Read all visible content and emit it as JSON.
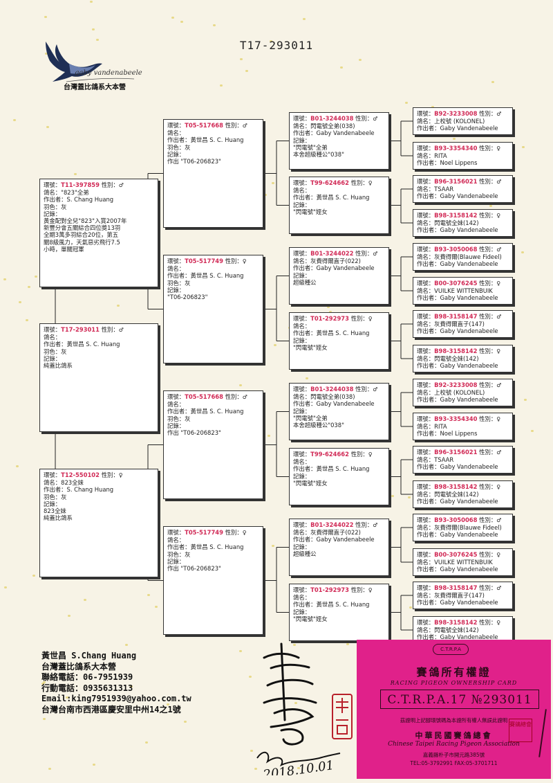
{
  "title": "T17-293011",
  "logo": {
    "script": "gaby vandenabeele",
    "text": "台灣蓋比鴿系大本營",
    "icon": "pigeon-icon"
  },
  "labels": {
    "ring": "環號：",
    "sex": "性別：",
    "name": "鴿名：",
    "breeder": "作出者：",
    "color": "羽色：",
    "notes": "記錄："
  },
  "colors": {
    "ring_text": "#d12a56",
    "card_bg": "#e0218a",
    "paper": "#f7f3e6"
  },
  "pedigree": {
    "subject": {
      "ring": "T17-293011",
      "sex": "♂",
      "name": "",
      "breeder": "黃世昌 S. C. Huang",
      "color": "灰",
      "notes": [
        "純蓋比鴿系"
      ]
    },
    "sire": {
      "ring": "T11-397859",
      "sex": "♂",
      "name": "\"823\"全弟",
      "breeder": "S. Chang Huang",
      "color": "灰",
      "notes": [
        "黃金配對全兒\"823\"入賞2007年",
        "新豐分會五關綜合四位獎13羽",
        "全期3萬多羽綜合20位，第五",
        "關8級風力，天氣惡劣飛行7.5",
        "小時，單關冠軍"
      ]
    },
    "dam": {
      "ring": "T12-550102",
      "sex": "♀",
      "name": "823全妹",
      "breeder": "S. Chang Huang",
      "color": "灰",
      "notes": [
        "823全妹",
        "純蓋比鴿系"
      ]
    },
    "gp": [
      {
        "ring": "T05-517668",
        "sex": "♂",
        "name": "",
        "breeder": "黃世昌 S. C. Huang",
        "color": "灰",
        "notes": [
          "作出 \"T06-206823\""
        ]
      },
      {
        "ring": "T05-517749",
        "sex": "♀",
        "name": "",
        "breeder": "黃世昌 S. C. Huang",
        "color": "灰",
        "notes": [
          "\"T06-206823\""
        ]
      },
      {
        "ring": "T05-517668",
        "sex": "♂",
        "name": "",
        "breeder": "黃世昌 S. C. Huang",
        "color": "灰",
        "notes": [
          "作出 \"T06-206823\""
        ]
      },
      {
        "ring": "T05-517749",
        "sex": "♀",
        "name": "",
        "breeder": "黃世昌 S. C. Huang",
        "color": "灰",
        "notes": [
          "作出 \"T06-206823\""
        ]
      }
    ],
    "ggp": [
      {
        "ring": "B01-3244038",
        "sex": "♂",
        "name": "閃電號全弟(038)",
        "breeder": "Gaby Vandenabeele",
        "notes": [
          "\"閃電號\"全弟",
          "本舍超級種公\"038\""
        ]
      },
      {
        "ring": "T99-624662",
        "sex": "♀",
        "name": "",
        "breeder": "黃世昌 S. C. Huang",
        "notes": [
          "\"閃電號\"姪女"
        ]
      },
      {
        "ring": "B01-3244022",
        "sex": "♂",
        "name": "灰費得爾直子(022)",
        "breeder": "Gaby Vandenabeele",
        "notes": [
          "超級種公"
        ]
      },
      {
        "ring": "T01-292973",
        "sex": "♀",
        "name": "",
        "breeder": "黃世昌 S. C. Huang",
        "notes": [
          "\"閃電號\"姪女"
        ]
      },
      {
        "ring": "B01-3244038",
        "sex": "♂",
        "name": "閃電號全弟(038)",
        "breeder": "Gaby Vandenabeele",
        "notes": [
          "\"閃電號\"全弟",
          "本舍超級種公\"038\""
        ]
      },
      {
        "ring": "T99-624662",
        "sex": "♀",
        "name": "",
        "breeder": "黃世昌 S. C. Huang",
        "notes": [
          "\"閃電號\"姪女"
        ]
      },
      {
        "ring": "B01-3244022",
        "sex": "♂",
        "name": "灰費得爾直子(022)",
        "breeder": "Gaby Vandenabeele",
        "notes": [
          "超級種公"
        ]
      },
      {
        "ring": "T01-292973",
        "sex": "♀",
        "name": "",
        "breeder": "黃世昌 S. C. Huang",
        "notes": [
          "\"閃電號\"姪女"
        ]
      }
    ],
    "gggp": [
      {
        "ring": "B92-3233008",
        "sex": "♂",
        "name": "上校號 (KOLONEL)",
        "breeder": "Gaby Vandenabeele"
      },
      {
        "ring": "B93-3354340",
        "sex": "♀",
        "name": "RITA",
        "breeder": "Noel Lippens"
      },
      {
        "ring": "B96-3156021",
        "sex": "♂",
        "name": "TSAAR",
        "breeder": "Gaby Vandenabeele"
      },
      {
        "ring": "B98-3158142",
        "sex": "♀",
        "name": "閃電號全妹(142)",
        "breeder": "Gaby Vandenabeele"
      },
      {
        "ring": "B93-3050068",
        "sex": "♂",
        "name": "灰費得爾(Blauwe Fideel)",
        "breeder": "Gaby Vandenabeele"
      },
      {
        "ring": "B00-3076245",
        "sex": "♀",
        "name": "VUILKE WITTENBUIK",
        "breeder": "Gaby Vandenabeele"
      },
      {
        "ring": "B98-3158147",
        "sex": "♂",
        "name": "灰費得爾直子(147)",
        "breeder": "Gaby Vandenabeele"
      },
      {
        "ring": "B98-3158142",
        "sex": "♀",
        "name": "閃電號全妹(142)",
        "breeder": "Gaby Vandenabeele"
      },
      {
        "ring": "B92-3233008",
        "sex": "♂",
        "name": "上校號 (KOLONEL)",
        "breeder": "Gaby Vandenabeele"
      },
      {
        "ring": "B93-3354340",
        "sex": "♀",
        "name": "RITA",
        "breeder": "Noel Lippens"
      },
      {
        "ring": "B96-3156021",
        "sex": "♂",
        "name": "TSAAR",
        "breeder": "Gaby Vandenabeele"
      },
      {
        "ring": "B98-3158142",
        "sex": "♀",
        "name": "閃電號全妹(142)",
        "breeder": "Gaby Vandenabeele"
      },
      {
        "ring": "B93-3050068",
        "sex": "♂",
        "name": "灰費得爾(Blauwe Fideel)",
        "breeder": "Gaby Vandenabeele"
      },
      {
        "ring": "B00-3076245",
        "sex": "♀",
        "name": "VUILKE WITTENBUIK",
        "breeder": "Gaby Vandenabeele"
      },
      {
        "ring": "B98-3158147",
        "sex": "♂",
        "name": "灰費得爾直子(147)",
        "breeder": "Gaby Vandenabeele"
      },
      {
        "ring": "B98-3158142",
        "sex": "♀",
        "name": "閃電號全妹(142)",
        "breeder": "Gaby Vandenabeele"
      }
    ]
  },
  "owner": {
    "name": "黃世昌 S.Chang Huang",
    "loft": "台灣蓋比鴿系大本營",
    "phone": "聯絡電話：06-7951939",
    "mobile": "行動電話：0935631313",
    "email": "Email:king7951939@yahoo.com.tw",
    "address": "台灣台南市西港區慶安里中州14之1號"
  },
  "signature_date": "2018.10.01",
  "card": {
    "emblem": "C.T.R.P.A",
    "title": "賽鴿所有權證",
    "subtitle": "RACING PIGEON OWNERSHIP CARD",
    "number": "C.T.R.P.A.17 №293011",
    "note": "茲證明上記腳環號碼為本證所有權人無誤此證明",
    "org_cn": "中華民國賽鴿總會",
    "org_en": "Chinese Taipei Racing Pigeon Association",
    "address": "嘉義縣朴子市開元路385號",
    "tel": "TEL:05-3792991    FAX:05-3701711",
    "stamp": "賽鴿總會"
  }
}
